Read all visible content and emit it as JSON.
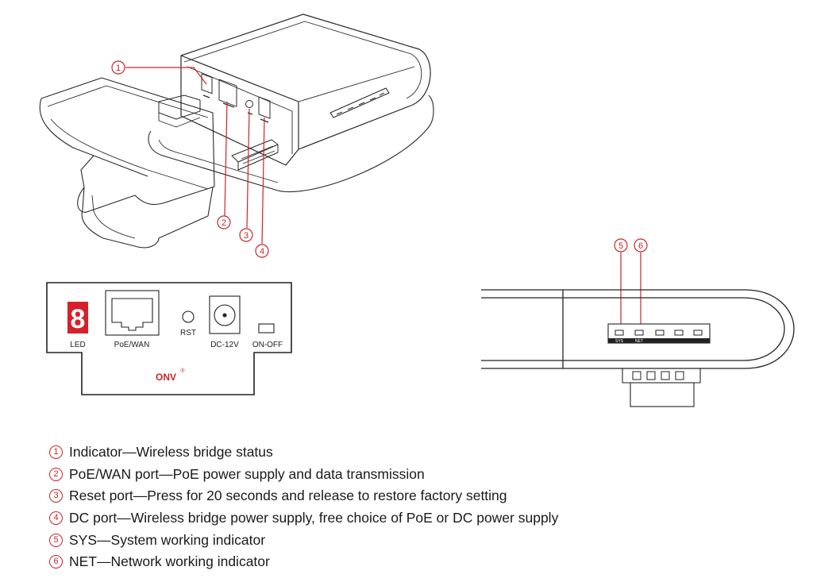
{
  "callouts": [
    "1",
    "2",
    "3",
    "4",
    "5",
    "6"
  ],
  "panel": {
    "led_label": "LED",
    "led_digit": "8",
    "poe_label": "PoE/WAN",
    "rst_label": "RST",
    "dc_label": "DC-12V",
    "onoff_label": "ON-OFF",
    "brand": "ONV",
    "brand_mark": "®"
  },
  "side_view": {
    "sys_label": "SYS",
    "net_label": "NET"
  },
  "legend": [
    {
      "num": "1",
      "text": "Indicator—Wireless bridge status"
    },
    {
      "num": "2",
      "text": "PoE/WAN port—PoE power supply and data transmission"
    },
    {
      "num": "3",
      "text": "Reset port—Press for 20 seconds and release to restore factory setting"
    },
    {
      "num": "4",
      "text": "DC port—Wireless bridge power supply, free choice of PoE or DC power supply"
    },
    {
      "num": "5",
      "text": "SYS—System working indicator"
    },
    {
      "num": "6",
      "text": "NET—Network working indicator"
    }
  ],
  "colors": {
    "callout": "#c8262b",
    "led": "#d6202a",
    "brand": "#c8262b",
    "line": "#2a2a2a"
  }
}
